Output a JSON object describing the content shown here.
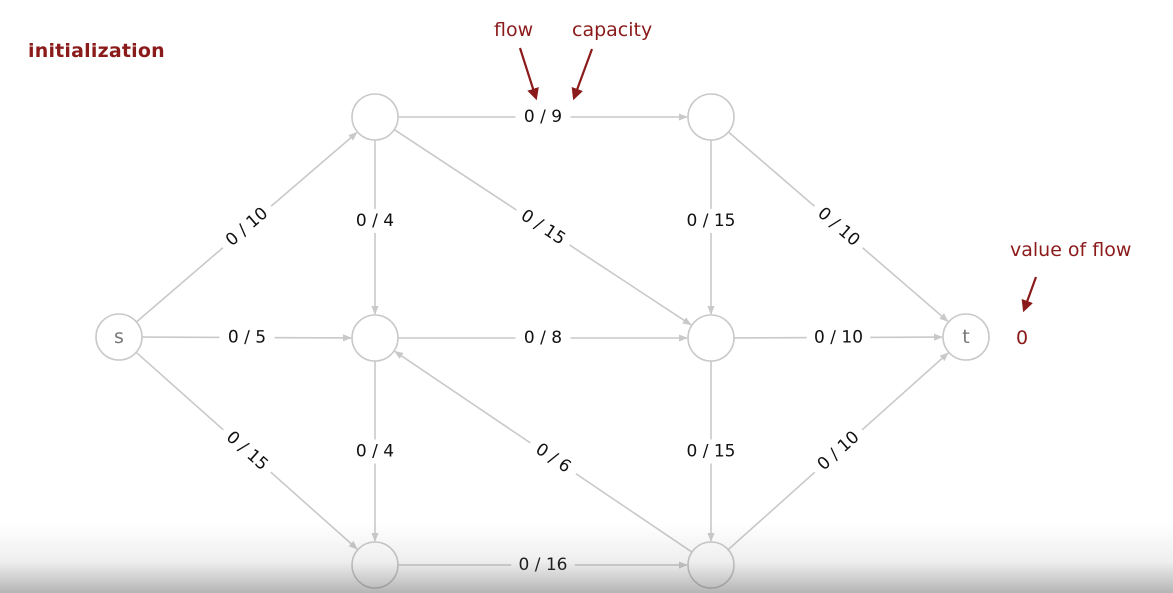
{
  "title": "initialization",
  "colors": {
    "accent": "#8b1a1a",
    "edge": "#c9c9c9",
    "node_stroke": "#c9c9c9",
    "label": "#111111"
  },
  "annotations": {
    "flow": "flow",
    "capacity": "capacity",
    "value_of_flow": "value of flow"
  },
  "flow_value": "0",
  "nodes": [
    {
      "id": "s",
      "label": "s"
    },
    {
      "id": "a",
      "label": ""
    },
    {
      "id": "b",
      "label": ""
    },
    {
      "id": "c",
      "label": ""
    },
    {
      "id": "d",
      "label": ""
    },
    {
      "id": "e",
      "label": ""
    },
    {
      "id": "f",
      "label": ""
    },
    {
      "id": "t",
      "label": "t"
    }
  ],
  "edges": [
    {
      "from": "s",
      "to": "a",
      "label": "0 / 10"
    },
    {
      "from": "s",
      "to": "b",
      "label": "0 / 5"
    },
    {
      "from": "s",
      "to": "c",
      "label": "0 / 15"
    },
    {
      "from": "a",
      "to": "d",
      "label": "0 / 9"
    },
    {
      "from": "a",
      "to": "b",
      "label": "0 / 4"
    },
    {
      "from": "a",
      "to": "e",
      "label": "0 / 15"
    },
    {
      "from": "b",
      "to": "e",
      "label": "0 / 8"
    },
    {
      "from": "b",
      "to": "c",
      "label": "0 / 4"
    },
    {
      "from": "c",
      "to": "f",
      "label": "0 / 16"
    },
    {
      "from": "d",
      "to": "e",
      "label": "0 / 15"
    },
    {
      "from": "d",
      "to": "t",
      "label": "0 / 10"
    },
    {
      "from": "e",
      "to": "t",
      "label": "0 / 10"
    },
    {
      "from": "e",
      "to": "f",
      "label": "0 / 15"
    },
    {
      "from": "f",
      "to": "b",
      "label": "0 / 6"
    },
    {
      "from": "f",
      "to": "t",
      "label": "0 / 10"
    }
  ]
}
